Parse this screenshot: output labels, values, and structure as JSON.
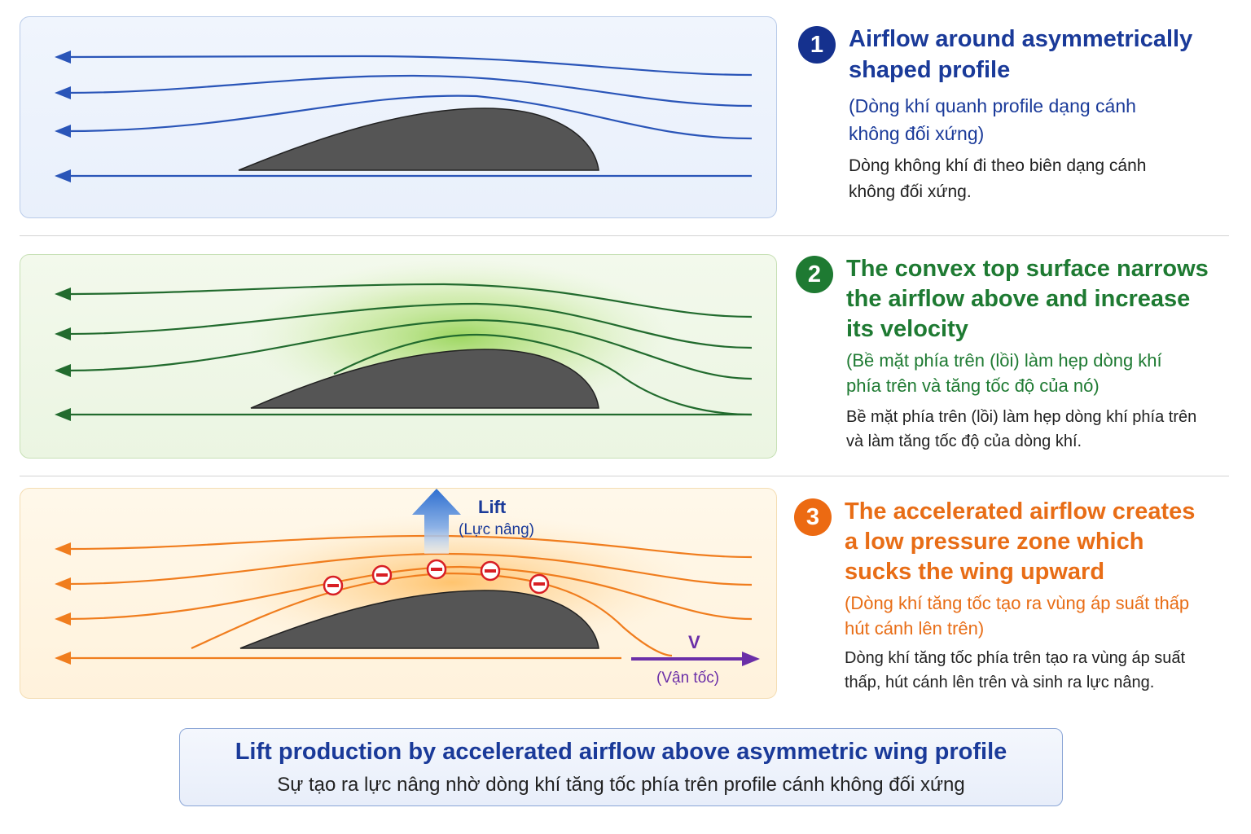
{
  "steps": [
    {
      "number": "1",
      "title_lines": [
        "Airflow around asymmetrically",
        "shaped profile"
      ],
      "subtitle_lines": [
        "(Dòng khí quanh profile dạng cánh",
        "không đối xứng)"
      ],
      "description_lines": [
        "Dòng không khí đi theo biên dạng cánh",
        "không đối xứng."
      ]
    },
    {
      "number": "2",
      "title_lines": [
        "The convex top surface narrows",
        "the airflow above and increase",
        "its velocity"
      ],
      "subtitle_lines": [
        "(Bề mặt phía trên (lồi) làm hẹp dòng khí",
        "phía trên và tăng tốc độ của nó)"
      ],
      "description_lines": [
        "Bề mặt phía trên (lồi) làm hẹp dòng khí phía trên",
        "và làm tăng tốc độ của dòng khí."
      ]
    },
    {
      "number": "3",
      "title_lines": [
        "The accelerated airflow creates",
        "a low pressure zone which",
        "sucks the wing upward"
      ],
      "subtitle_lines": [
        "(Dòng khí tăng tốc tạo ra vùng áp suất thấp",
        "hút cánh lên trên)"
      ],
      "description_lines": [
        "Dòng khí tăng tốc phía trên tạo ra vùng áp suất",
        "thấp, hút cánh lên trên và sinh ra lực nâng."
      ]
    }
  ],
  "diagram3": {
    "lift_label": "Lift",
    "lift_sublabel": "(Lực nâng)",
    "velocity_label": "V",
    "velocity_sublabel": "(Vận tốc)",
    "low_pressure_symbol": "−"
  },
  "caption": {
    "title": "Lift production by accelerated airflow above asymmetric wing profile",
    "subtitle": "Sự tạo ra lực nâng nhờ dòng khí tăng tốc phía trên profile cánh không đối xứng"
  },
  "colors": {
    "step1": "#1a3a99",
    "step2": "#1e7a32",
    "step3": "#e86d16",
    "stream1": "#2a55b8",
    "stream2": "#226b2e",
    "stream3": "#f07d1e",
    "wing": "#555555",
    "velocity": "#6b2fa8",
    "minus_badge": "#d81e24"
  }
}
